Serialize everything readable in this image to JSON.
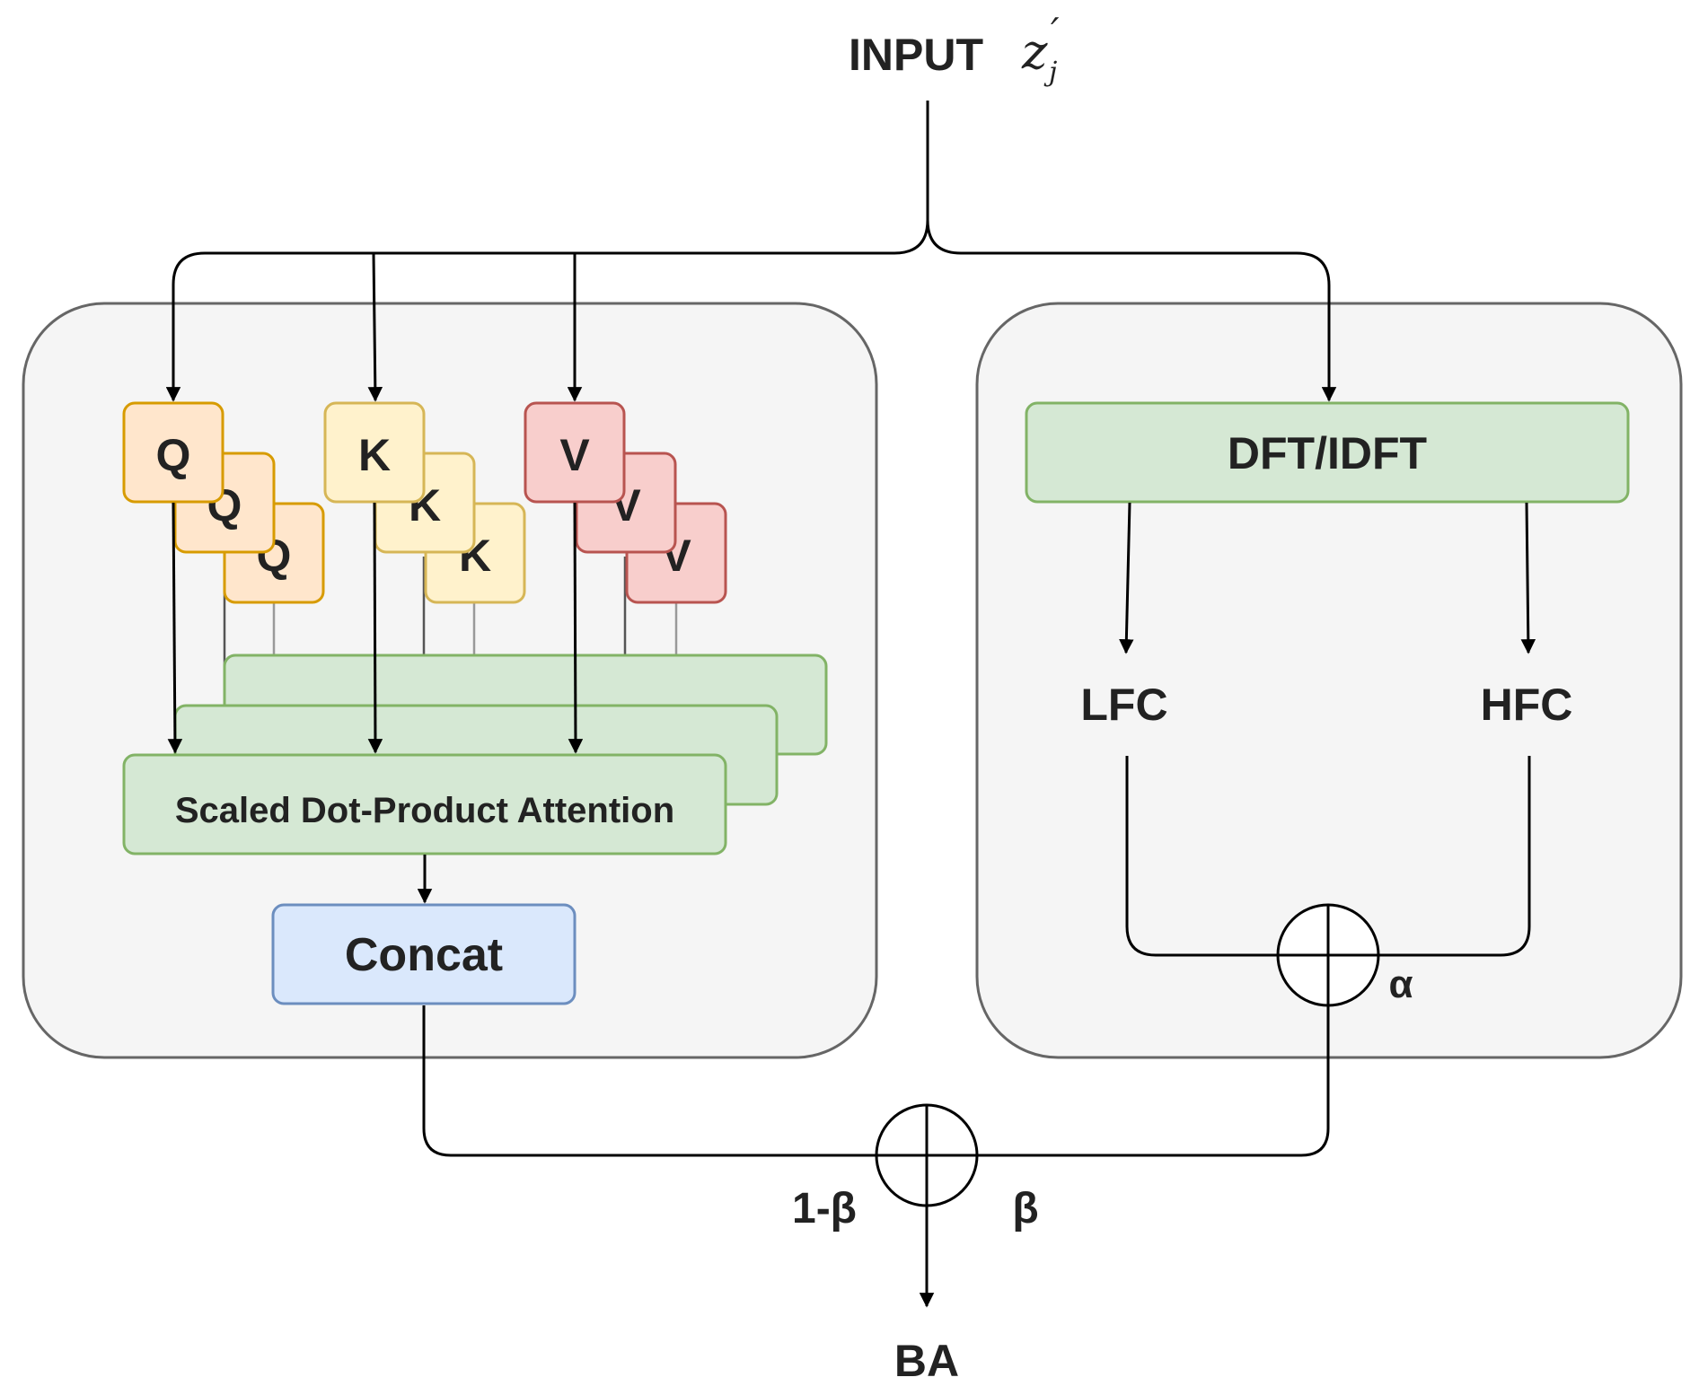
{
  "input": {
    "label": "INPUT",
    "symbol_base": "z",
    "symbol_sub": "j",
    "symbol_prime": "′"
  },
  "heads": {
    "q": "Q",
    "k": "K",
    "v": "V"
  },
  "attention": {
    "label": "Scaled Dot-Product Attention"
  },
  "concat": {
    "label": "Concat"
  },
  "dft": {
    "label": "DFT/IDFT"
  },
  "lfc": {
    "label": "LFC"
  },
  "hfc": {
    "label": "HFC"
  },
  "alpha": {
    "label": "α"
  },
  "one_minus_beta": {
    "label": "1-β"
  },
  "beta": {
    "label": "β"
  },
  "output": {
    "label": "BA"
  },
  "colors": {
    "panel_fill": "#f5f5f5",
    "panel_stroke": "#666666",
    "q_fill": "#ffe6cc",
    "q_stroke": "#d79b00",
    "k_fill": "#fff2cc",
    "k_stroke": "#d6b656",
    "v_fill": "#f8cecc",
    "v_stroke": "#b85450",
    "green_fill": "#d5e8d4",
    "green_stroke": "#82b366",
    "blue_fill": "#dae8fc",
    "blue_stroke": "#6c8ebf"
  }
}
